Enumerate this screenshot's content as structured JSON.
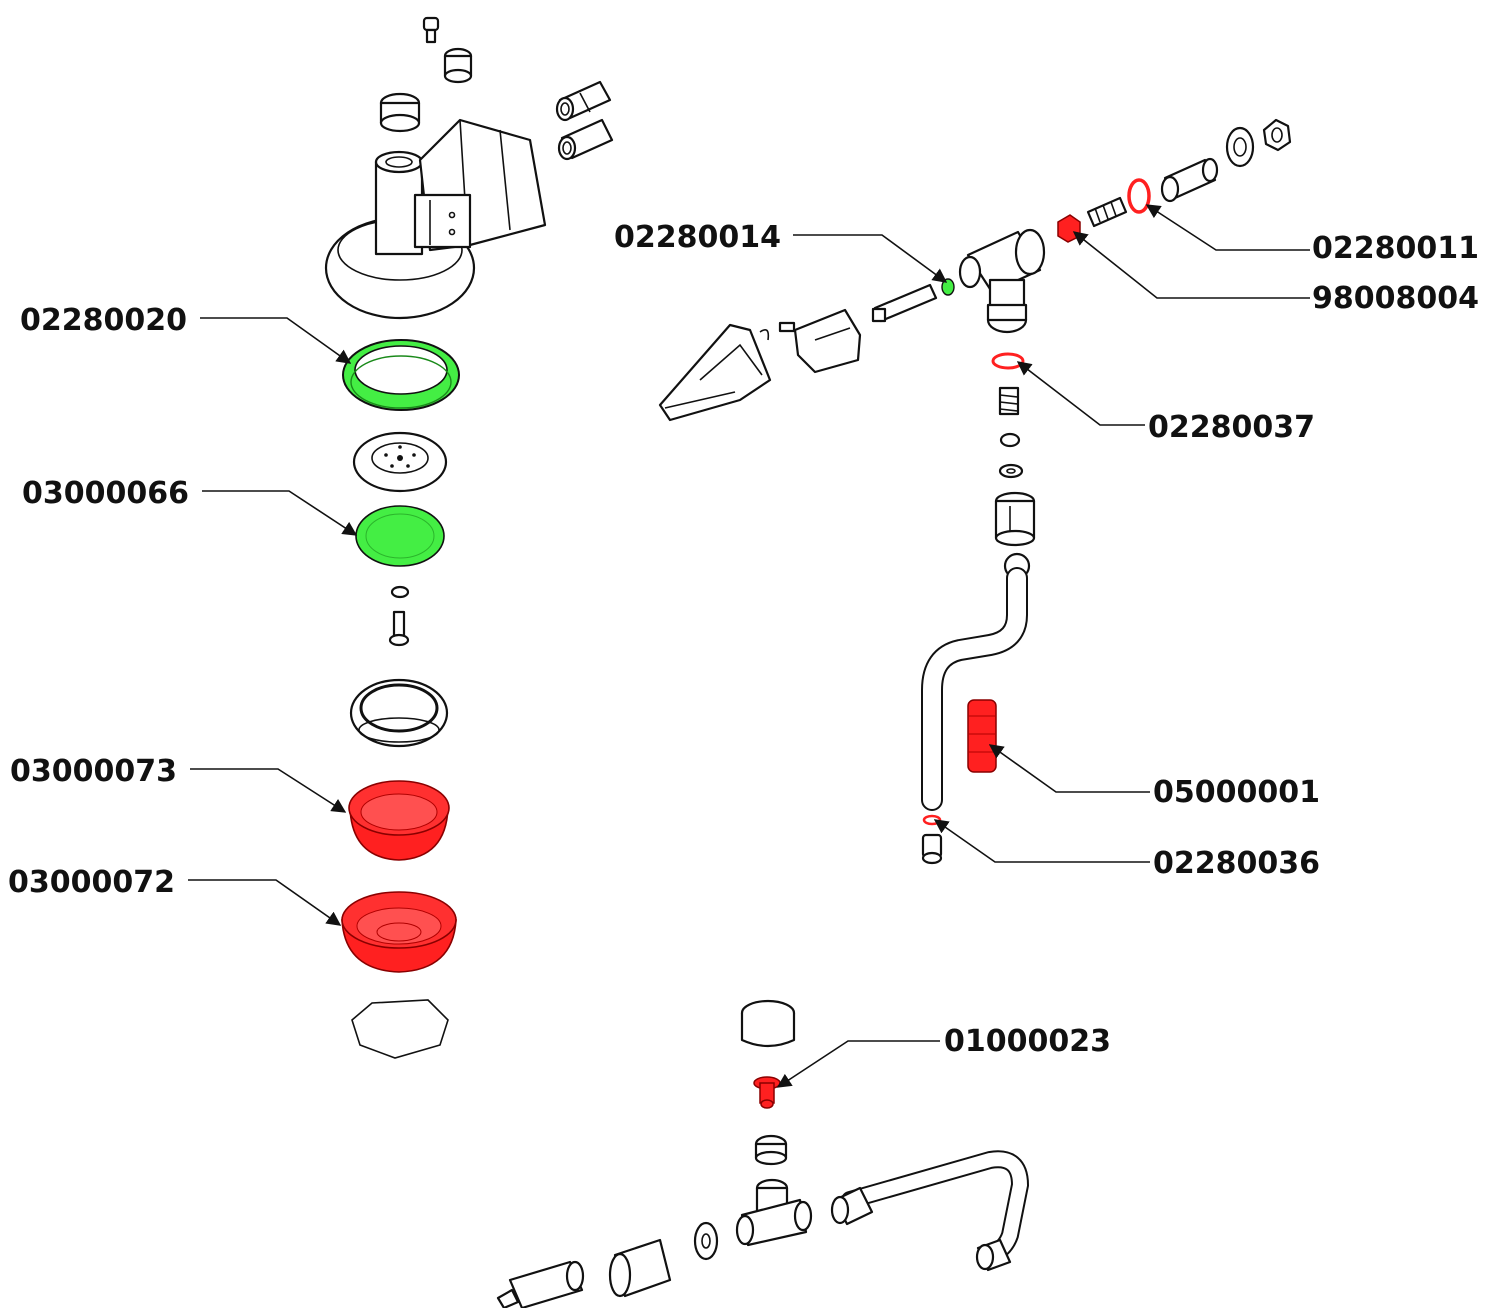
{
  "colors": {
    "highlight_red": "#ff2020",
    "highlight_green": "#44ee44",
    "outline": "#111111",
    "background": "#ffffff"
  },
  "callouts": [
    {
      "part_number": "02280020",
      "highlight": "green"
    },
    {
      "part_number": "03000066",
      "highlight": "green"
    },
    {
      "part_number": "03000073",
      "highlight": "red"
    },
    {
      "part_number": "03000072",
      "highlight": "red"
    },
    {
      "part_number": "02280014",
      "highlight": "green"
    },
    {
      "part_number": "02280011",
      "highlight": "red"
    },
    {
      "part_number": "98008004",
      "highlight": "red"
    },
    {
      "part_number": "02280037",
      "highlight": "red"
    },
    {
      "part_number": "05000001",
      "highlight": "red"
    },
    {
      "part_number": "02280036",
      "highlight": "red"
    },
    {
      "part_number": "01000023",
      "highlight": "red"
    }
  ]
}
